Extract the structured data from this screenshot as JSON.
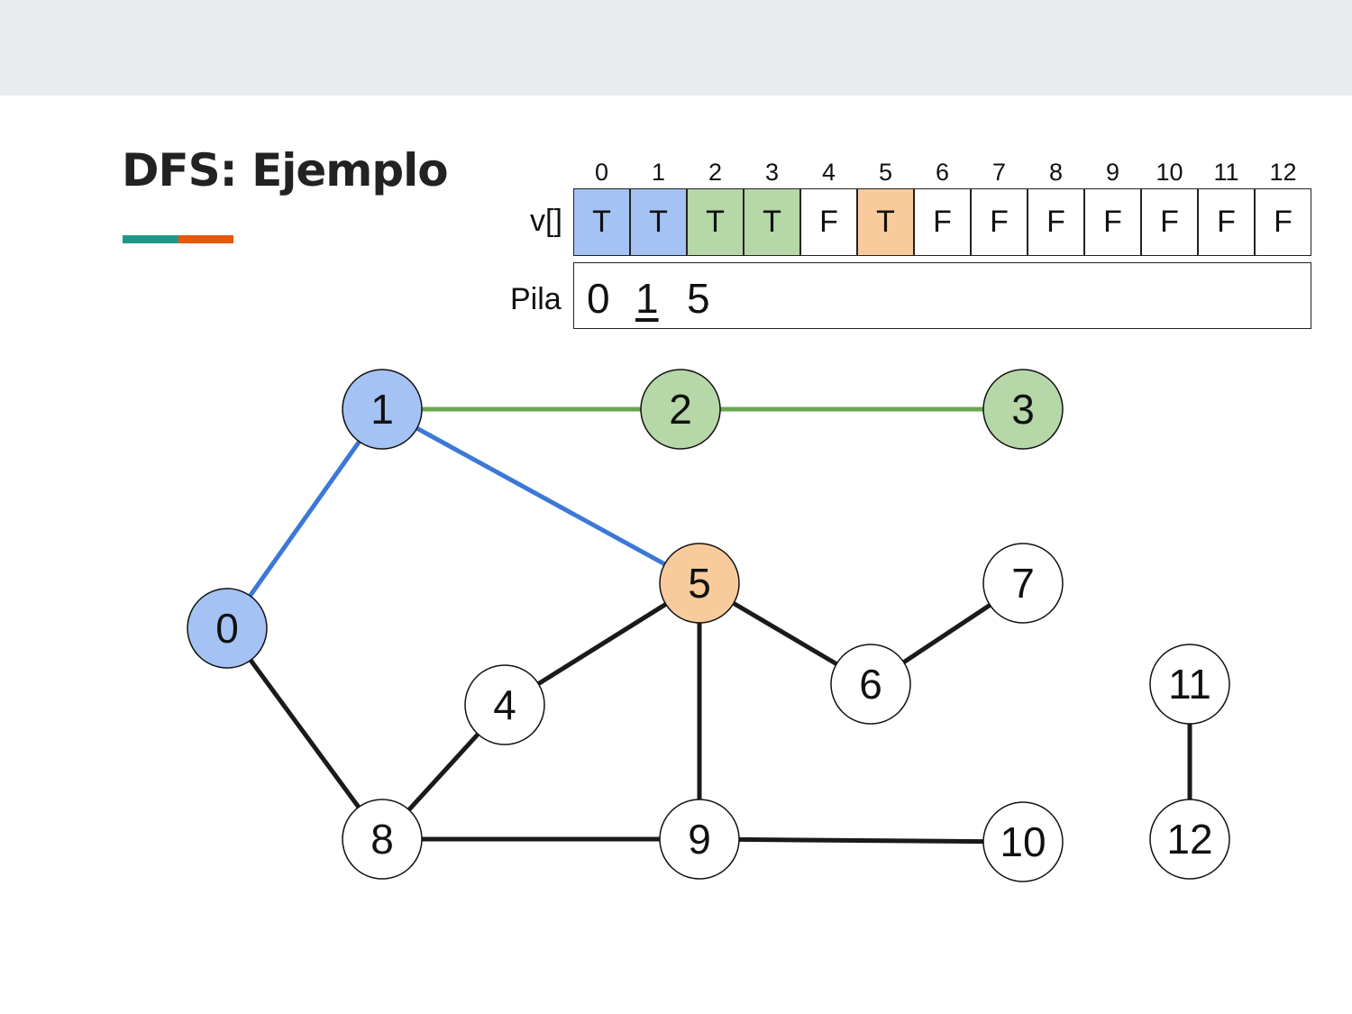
{
  "slide": {
    "title": "DFS: Ejemplo",
    "accent_colors": [
      "#1a9b8a",
      "#e8560a"
    ]
  },
  "visited_array": {
    "label": "v[]",
    "indices": [
      "0",
      "1",
      "2",
      "3",
      "4",
      "5",
      "6",
      "7",
      "8",
      "9",
      "10",
      "11",
      "12"
    ],
    "values": [
      "T",
      "T",
      "T",
      "T",
      "F",
      "T",
      "F",
      "F",
      "F",
      "F",
      "F",
      "F",
      "F"
    ],
    "cell_colors": [
      "#a4c2f4",
      "#a4c2f4",
      "#b6d7a8",
      "#b6d7a8",
      "#ffffff",
      "#f9cb9c",
      "#ffffff",
      "#ffffff",
      "#ffffff",
      "#ffffff",
      "#ffffff",
      "#ffffff",
      "#ffffff"
    ]
  },
  "stack": {
    "label": "Pila",
    "items": [
      "0",
      "1",
      "5"
    ],
    "underlined_item": "1"
  },
  "graph": {
    "nodes": [
      {
        "id": "0",
        "color": "#a4c2f4"
      },
      {
        "id": "1",
        "color": "#a4c2f4"
      },
      {
        "id": "2",
        "color": "#b6d7a8"
      },
      {
        "id": "3",
        "color": "#b6d7a8"
      },
      {
        "id": "4",
        "color": "#ffffff"
      },
      {
        "id": "5",
        "color": "#f9cb9c"
      },
      {
        "id": "6",
        "color": "#ffffff"
      },
      {
        "id": "7",
        "color": "#ffffff"
      },
      {
        "id": "8",
        "color": "#ffffff"
      },
      {
        "id": "9",
        "color": "#ffffff"
      },
      {
        "id": "10",
        "color": "#ffffff"
      },
      {
        "id": "11",
        "color": "#ffffff"
      },
      {
        "id": "12",
        "color": "#ffffff"
      }
    ],
    "edges": [
      {
        "from": "1",
        "to": "2",
        "color": "#6aa84f"
      },
      {
        "from": "2",
        "to": "3",
        "color": "#6aa84f"
      },
      {
        "from": "0",
        "to": "1",
        "color": "#3c78d8"
      },
      {
        "from": "1",
        "to": "5",
        "color": "#3c78d8"
      },
      {
        "from": "0",
        "to": "8",
        "color": "#1a1a1a"
      },
      {
        "from": "8",
        "to": "4",
        "color": "#1a1a1a"
      },
      {
        "from": "4",
        "to": "5",
        "color": "#1a1a1a"
      },
      {
        "from": "5",
        "to": "9",
        "color": "#1a1a1a"
      },
      {
        "from": "5",
        "to": "6",
        "color": "#1a1a1a"
      },
      {
        "from": "6",
        "to": "7",
        "color": "#1a1a1a"
      },
      {
        "from": "8",
        "to": "9",
        "color": "#1a1a1a"
      },
      {
        "from": "9",
        "to": "10",
        "color": "#1a1a1a"
      },
      {
        "from": "11",
        "to": "12",
        "color": "#1a1a1a"
      }
    ]
  }
}
